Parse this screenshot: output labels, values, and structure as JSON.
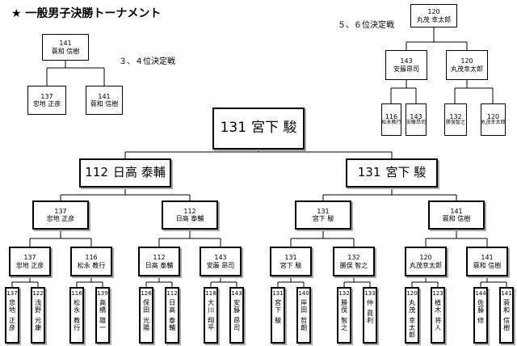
{
  "title": "★ 一般男子決勝トーナメント",
  "notes": {
    "third_place": "３、４位決定戦",
    "fifth_place": "５、６位決定戦"
  },
  "champion": {
    "num": "131",
    "name": "宮下 駿"
  },
  "final": {
    "left": {
      "num": "112",
      "name": "日高 泰輔"
    },
    "right": {
      "num": "131",
      "name": "宮下 駿"
    }
  },
  "semi": [
    {
      "num": "137",
      "name": "忠地 正彦"
    },
    {
      "num": "112",
      "name": "日高 泰輔"
    },
    {
      "num": "131",
      "name": "宮下 駿"
    },
    {
      "num": "141",
      "name": "蓑和 信樹"
    }
  ],
  "quarter": [
    {
      "num": "137",
      "name": "忠地 正彦"
    },
    {
      "num": "116",
      "name": "松永 教行"
    },
    {
      "num": "112",
      "name": "日高 泰輔"
    },
    {
      "num": "143",
      "name": "安藤 昂司"
    },
    {
      "num": "131",
      "name": "宮下 駿"
    },
    {
      "num": "132",
      "name": "勝俣 智之"
    },
    {
      "num": "120",
      "name": "丸茂幸太郎"
    },
    {
      "num": "141",
      "name": "蓑和 信樹"
    }
  ],
  "first_round": [
    {
      "num": "137",
      "top": "忠地",
      "bottom": "正彦"
    },
    {
      "num": "122",
      "top": "浅野",
      "bottom": "元康"
    },
    {
      "num": "116",
      "top": "松永",
      "bottom": "教行"
    },
    {
      "num": "139",
      "top": "高橋",
      "bottom": "雄一"
    },
    {
      "num": "126",
      "top": "保田",
      "bottom": "光陽"
    },
    {
      "num": "112",
      "top": "日高",
      "bottom": "泰輔"
    },
    {
      "num": "118",
      "top": "大川",
      "bottom": "翔平"
    },
    {
      "num": "143",
      "top": "安藤",
      "bottom": "昂司"
    },
    {
      "num": "131",
      "top": "宮下",
      "bottom": "駿"
    },
    {
      "num": "140",
      "top": "岸田",
      "bottom": "哲朗"
    },
    {
      "num": "132",
      "top": "勝俣",
      "bottom": "智之"
    },
    {
      "num": "133",
      "top": "仲",
      "bottom": "眞利"
    },
    {
      "num": "120",
      "top": "丸茂",
      "bottom": "幸太郎"
    },
    {
      "num": "123",
      "top": "植木",
      "bottom": "将人"
    },
    {
      "num": "144",
      "top": "佐藤",
      "bottom": "修"
    },
    {
      "num": "141",
      "top": "蓑和",
      "bottom": "信樹"
    }
  ],
  "third_place_match": {
    "winner": {
      "num": "141",
      "name": "蓑和 信樹"
    },
    "left": {
      "num": "137",
      "name": "忠地 正彦"
    },
    "right": {
      "num": "141",
      "name": "蓑和 信樹"
    }
  },
  "fifth_place_match": {
    "winner": {
      "num": "120",
      "name": "丸茂 幸太郎"
    },
    "semi_left": {
      "num": "143",
      "name": "安藤昂司"
    },
    "semi_right": {
      "num": "120",
      "name": "丸茂幸太郎"
    },
    "r1": [
      {
        "num": "116",
        "name": "松永教行"
      },
      {
        "num": "143",
        "name": "安藤昂司"
      },
      {
        "num": "132",
        "name": "勝俣智之"
      },
      {
        "num": "120",
        "name": "丸茂幸太郎"
      }
    ]
  }
}
